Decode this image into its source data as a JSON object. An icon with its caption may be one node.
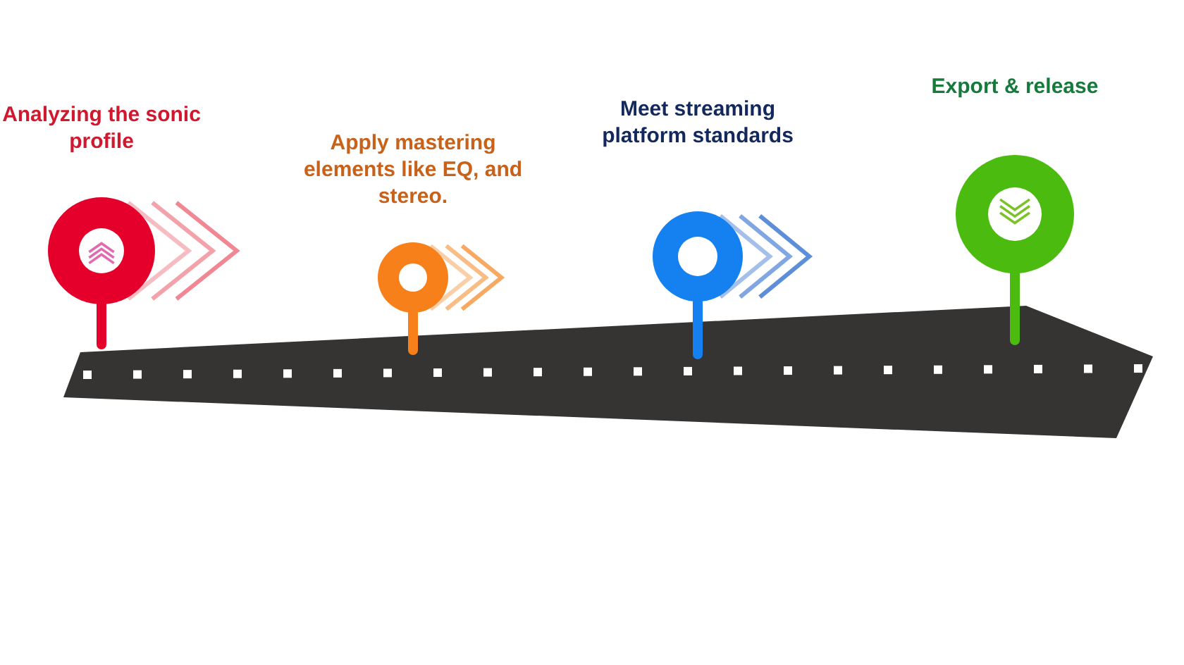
{
  "diagram": {
    "nodes": [
      {
        "text": [
          "Analyzing the sonic profile"
        ]
      },
      {
        "text": [
          "Apply mastering elements like EQ, and stereo."
        ]
      },
      {
        "text": [
          "Meet streaming platform standards"
        ]
      },
      {
        "text": [
          "Export & release"
        ]
      }
    ]
  }
}
